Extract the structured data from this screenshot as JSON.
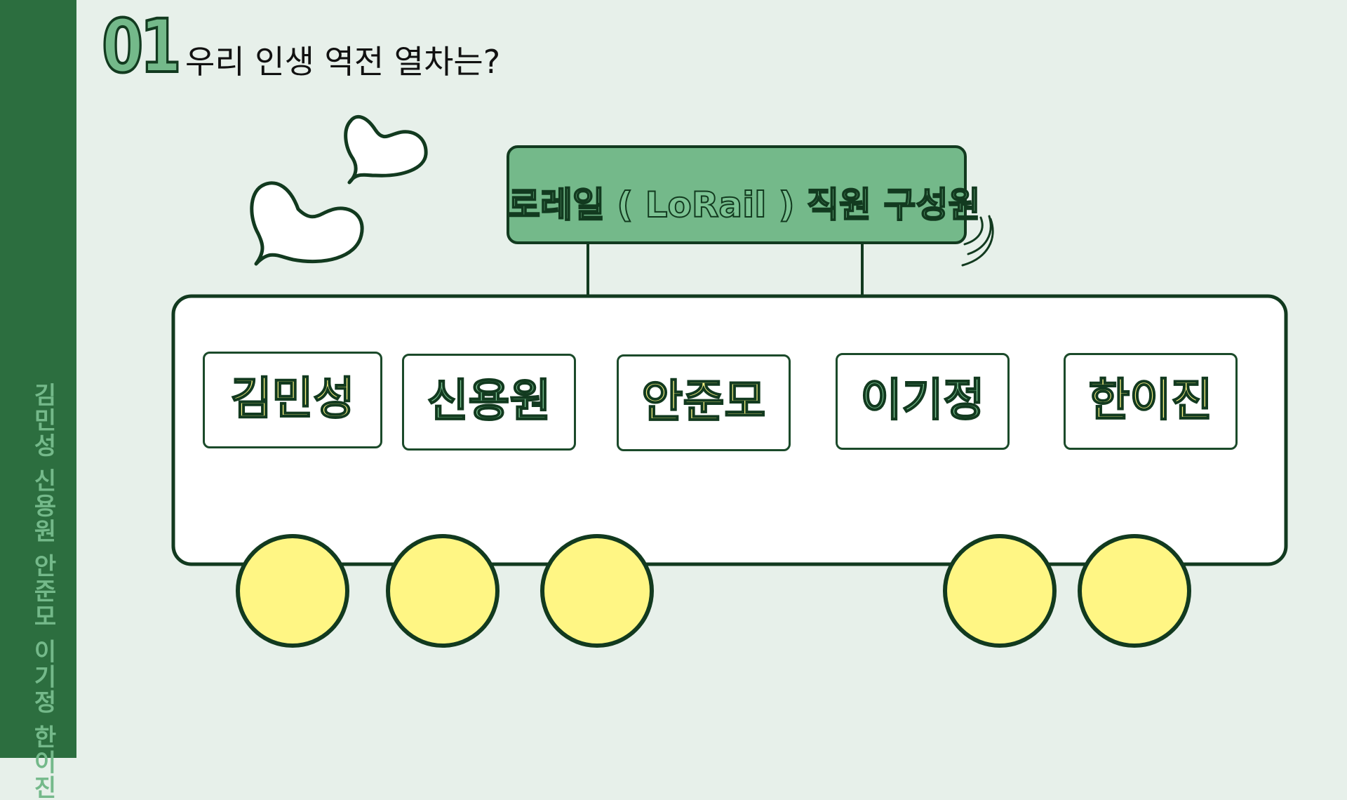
{
  "slide": {
    "number": "01",
    "title": "우리 인생 역전 열차는?",
    "sidebar_text": "김민성 신용원 안준모 이기정 한이진"
  },
  "train": {
    "sign_label": "로레일 ( LoRail ) 직원 구성원",
    "members": [
      {
        "name": "김민성",
        "color": "#fff684"
      },
      {
        "name": "신용원",
        "color": "#7dc494"
      },
      {
        "name": "안준모",
        "color": "#fff684"
      },
      {
        "name": "이기정",
        "color": "#7dc494"
      },
      {
        "name": "한이진",
        "color": "#fff684"
      }
    ],
    "wheel_count": 5
  },
  "colors": {
    "sidebar": "#2c6e3f",
    "background": "#e7f0ea",
    "accent_green": "#74b98a",
    "outline_dark": "#123a1f",
    "wheel_yellow": "#fff684"
  },
  "icons": [
    "heart-speech-bubble-icon",
    "motion-lines-icon"
  ]
}
